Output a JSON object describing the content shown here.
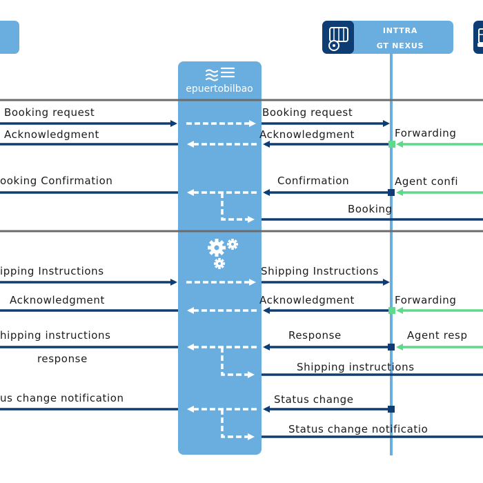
{
  "colors": {
    "platform": "#6aaddf",
    "dark_arrow": "#0e3d73",
    "green_arrow": "#5fd98a",
    "separator": "#6b6b6b",
    "lifeline": "#6aaddf"
  },
  "header": {
    "inttra_line1": "INTTRA",
    "inttra_line2": "GT NEXUS",
    "logo_text": "epuertobilbao"
  },
  "icons": {
    "logo": "waves-logo-icon",
    "processing": "gears-icon",
    "inttra": "container-truck-icon",
    "carrier": "ship-icon"
  },
  "labels": {
    "booking_request_left": "Booking request",
    "booking_request_right": "Booking request",
    "ack_left_1": "Acknowledgment",
    "ack_right_1": "Acknowledgment",
    "forwarding_1": "Forwarding",
    "booking_confirmation_left": "ooking  Confirmation",
    "confirmation": "Confirmation",
    "agent_confirmation": "Agent confi",
    "booking": "Booking",
    "si_left": "ipping Instructions",
    "si_right": "Shipping Instructions",
    "ack_left_2": "Acknowledgment",
    "ack_right_2": "Acknowledgment",
    "forwarding_2": "Forwarding",
    "si_response_left_1": "hipping instructions",
    "si_response_left_2": "response",
    "response": "Response",
    "agent_response": "Agent resp",
    "shipping_instructions": "Shipping instructions",
    "status_notification_left": "us change notification",
    "status_change": "Status change",
    "status_change_notification": "Status change notificatio"
  }
}
